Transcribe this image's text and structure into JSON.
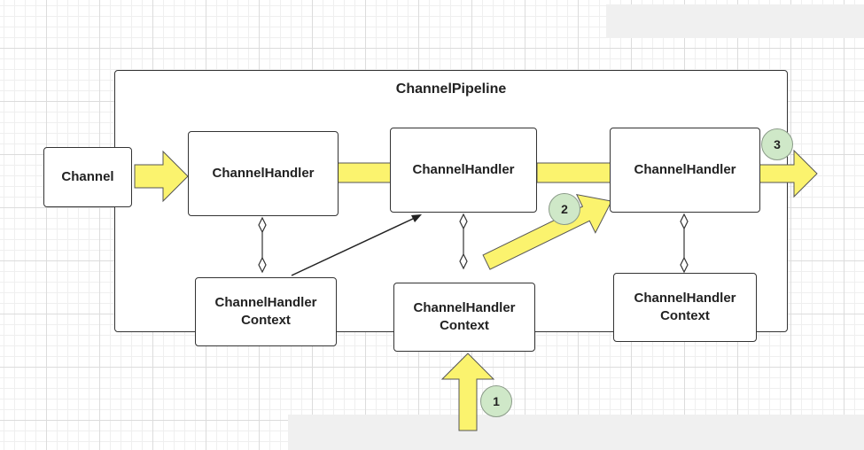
{
  "pipeline": {
    "title": "ChannelPipeline"
  },
  "channel": {
    "label": "Channel"
  },
  "handlers": [
    {
      "label": "ChannelHandler"
    },
    {
      "label": "ChannelHandler"
    },
    {
      "label": "ChannelHandler"
    }
  ],
  "contexts": [
    {
      "label": "ChannelHandler\nContext"
    },
    {
      "label": "ChannelHandler\nContext"
    },
    {
      "label": "ChannelHandler\nContext"
    }
  ],
  "steps": [
    {
      "number": "1"
    },
    {
      "number": "2"
    },
    {
      "number": "3"
    }
  ],
  "colors": {
    "arrow_fill": "#fbf36e",
    "arrow_stroke": "#555555",
    "badge_fill": "#cfe8c8",
    "border": "#333333"
  }
}
